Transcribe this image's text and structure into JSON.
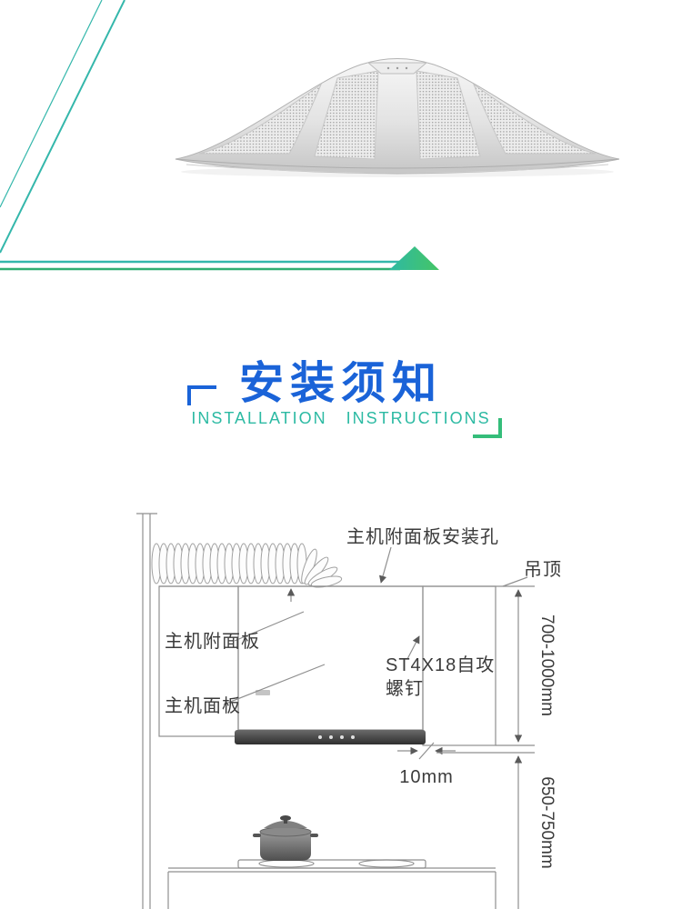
{
  "title": {
    "zh": "安装须知",
    "en": "INSTALLATION  INSTRUCTIONS"
  },
  "colors": {
    "accent_blue": "#1a63d8",
    "accent_teal": "#2cbaa3",
    "accent_green": "#35bd7a",
    "line_gray": "#8f8f8f"
  },
  "diagram": {
    "labels": {
      "mounting_hole": "主机附面板安装孔",
      "ceiling": "吊顶",
      "attached_panel": "主机附面板",
      "main_panel": "主机面板",
      "screw_l1": "ST4X18自攻",
      "screw_l2": "螺钉",
      "gap": "10mm",
      "dim_top": "700-1000mm",
      "dim_bottom": "650-750mm"
    }
  }
}
